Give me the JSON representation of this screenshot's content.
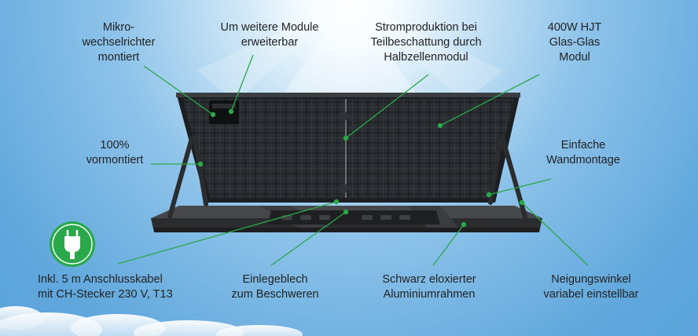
{
  "labels": {
    "microinverter": [
      "Mikro-",
      "wechselrichter",
      "montiert"
    ],
    "expandable": [
      "Um weitere Module",
      "erweiterbar"
    ],
    "shading": [
      "Stromproduktion bei",
      "Teilbeschattung durch",
      "Halbzellenmodul"
    ],
    "module": [
      "400W HJT",
      "Glas-Glas",
      "Modul"
    ],
    "premounted": [
      "100%",
      "vormontiert"
    ],
    "wallmount": [
      "Einfache",
      "Wandmontage"
    ],
    "cable": [
      "Inkl. 5 m Anschlusskabel",
      "mit CH-Stecker 230 V, T13"
    ],
    "ballast": [
      "Einlegeblech",
      "zum Beschweren"
    ],
    "frame": [
      "Schwarz eloxierter",
      "Aluminiumrahmen"
    ],
    "tilt": [
      "Neigungswinkel",
      "variabel einstellbar"
    ]
  },
  "colors": {
    "accent": "#2aa84a",
    "text": "#222222",
    "frame": "#2b2c2e"
  },
  "icons": {
    "plug": "power-plug-icon"
  }
}
